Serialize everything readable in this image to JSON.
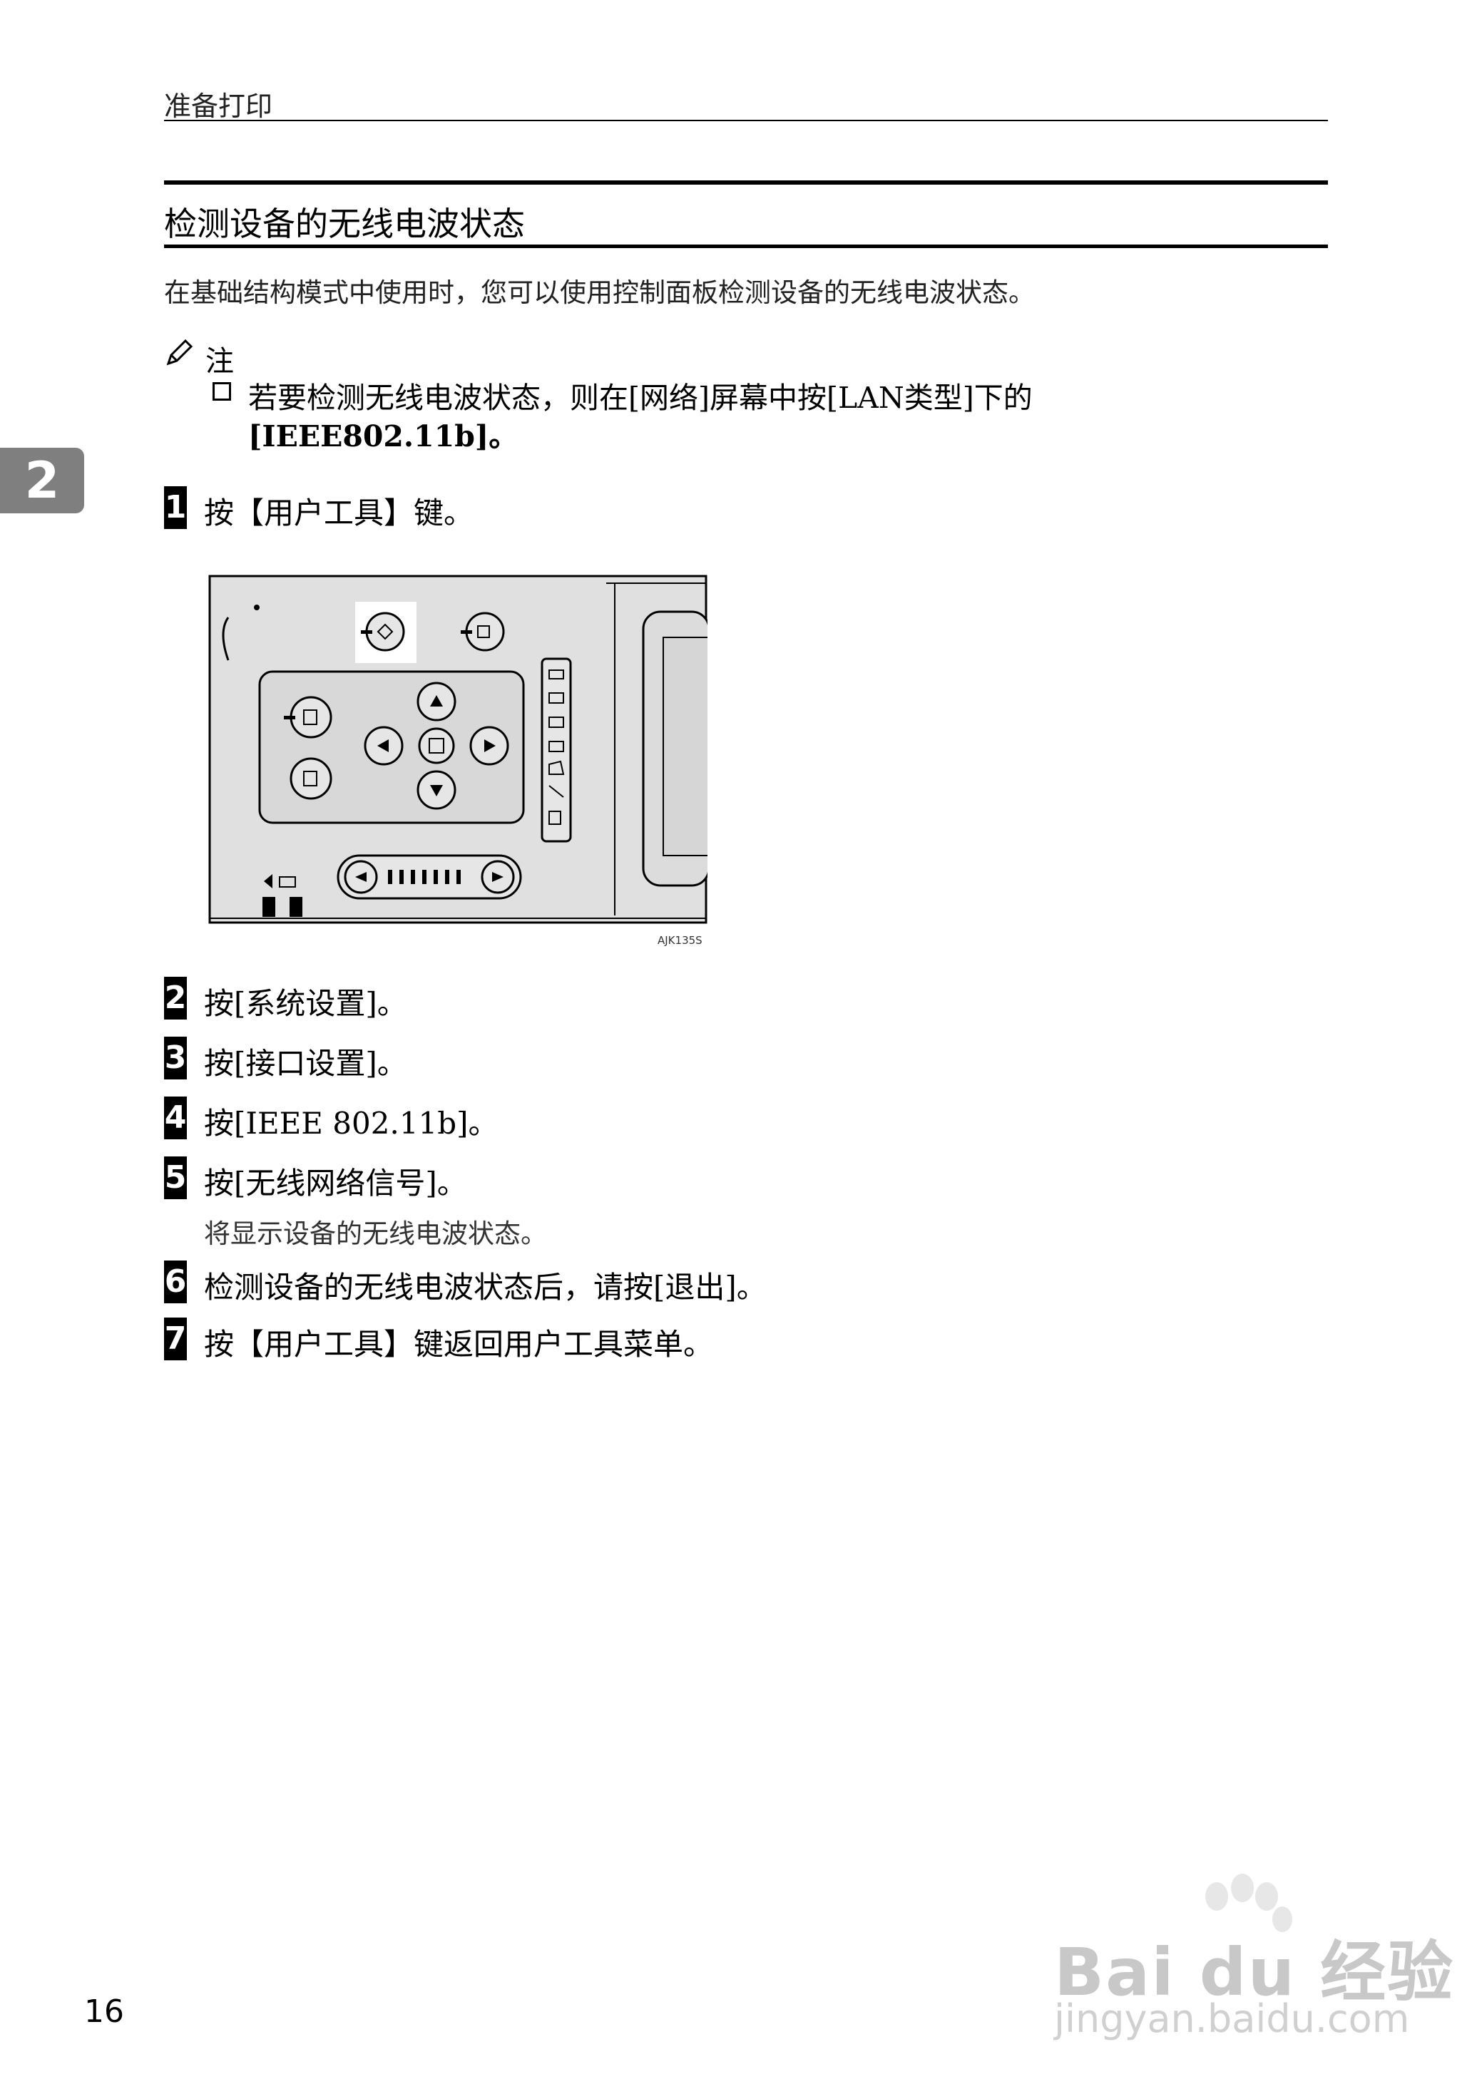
{
  "header": {
    "title": "准备打印"
  },
  "section": {
    "title": "检测设备的无线电波状态",
    "intro": "在基础结构模式中使用时，您可以使用控制面板检测设备的无线电波状态。"
  },
  "note": {
    "label": "注",
    "line1": "若要检测无线电波状态，则在[网络]屏幕中按[LAN类型]下的",
    "line2": "[IEEE802.11b]。"
  },
  "chapter_tab": "2",
  "steps": [
    {
      "num": "1",
      "text": "按【用户工具】键。"
    },
    {
      "num": "2",
      "text": "按[系统设置]。"
    },
    {
      "num": "3",
      "text": "按[接口设置]。"
    },
    {
      "num": "4",
      "text": "按[IEEE 802.11b]。"
    },
    {
      "num": "5",
      "text": "按[无线网络信号]。",
      "sub": "将显示设备的无线电波状态。"
    },
    {
      "num": "6",
      "text": "检测设备的无线电波状态后，请按[退出]。"
    },
    {
      "num": "7",
      "text": "按【用户工具】键返回用户工具菜单。"
    }
  ],
  "figure": {
    "caption": "AJK135S"
  },
  "page_number": "16",
  "watermark": {
    "line1": "Bai du 经验",
    "line2": "jingyan.baidu.com"
  }
}
